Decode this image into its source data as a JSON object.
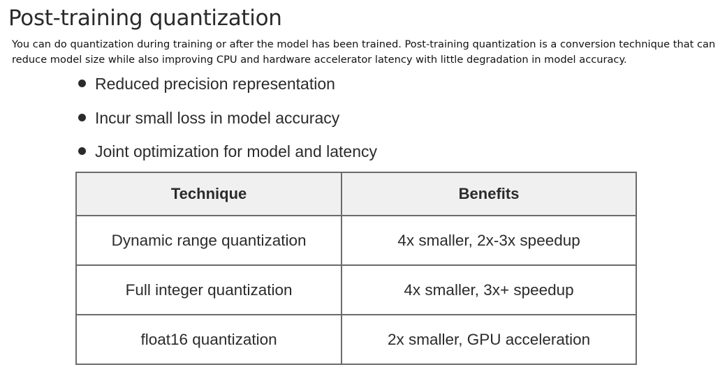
{
  "title": "Post-training quantization",
  "intro": "You can do quantization during training or after the model has been trained. Post-training quantization is a conversion technique that can reduce model size while also improving CPU and hardware accelerator latency with little degradation in model accuracy.",
  "bullets": [
    "Reduced precision representation",
    "Incur small loss in model accuracy",
    "Joint optimization for model and latency"
  ],
  "table": {
    "headers": [
      "Technique",
      "Benefits"
    ],
    "rows": [
      [
        "Dynamic range quantization",
        "4x smaller,  2x-3x speedup"
      ],
      [
        "Full integer quantization",
        "4x smaller,  3x+ speedup"
      ],
      [
        "float16 quantization",
        "2x smaller,  GPU acceleration"
      ]
    ]
  }
}
